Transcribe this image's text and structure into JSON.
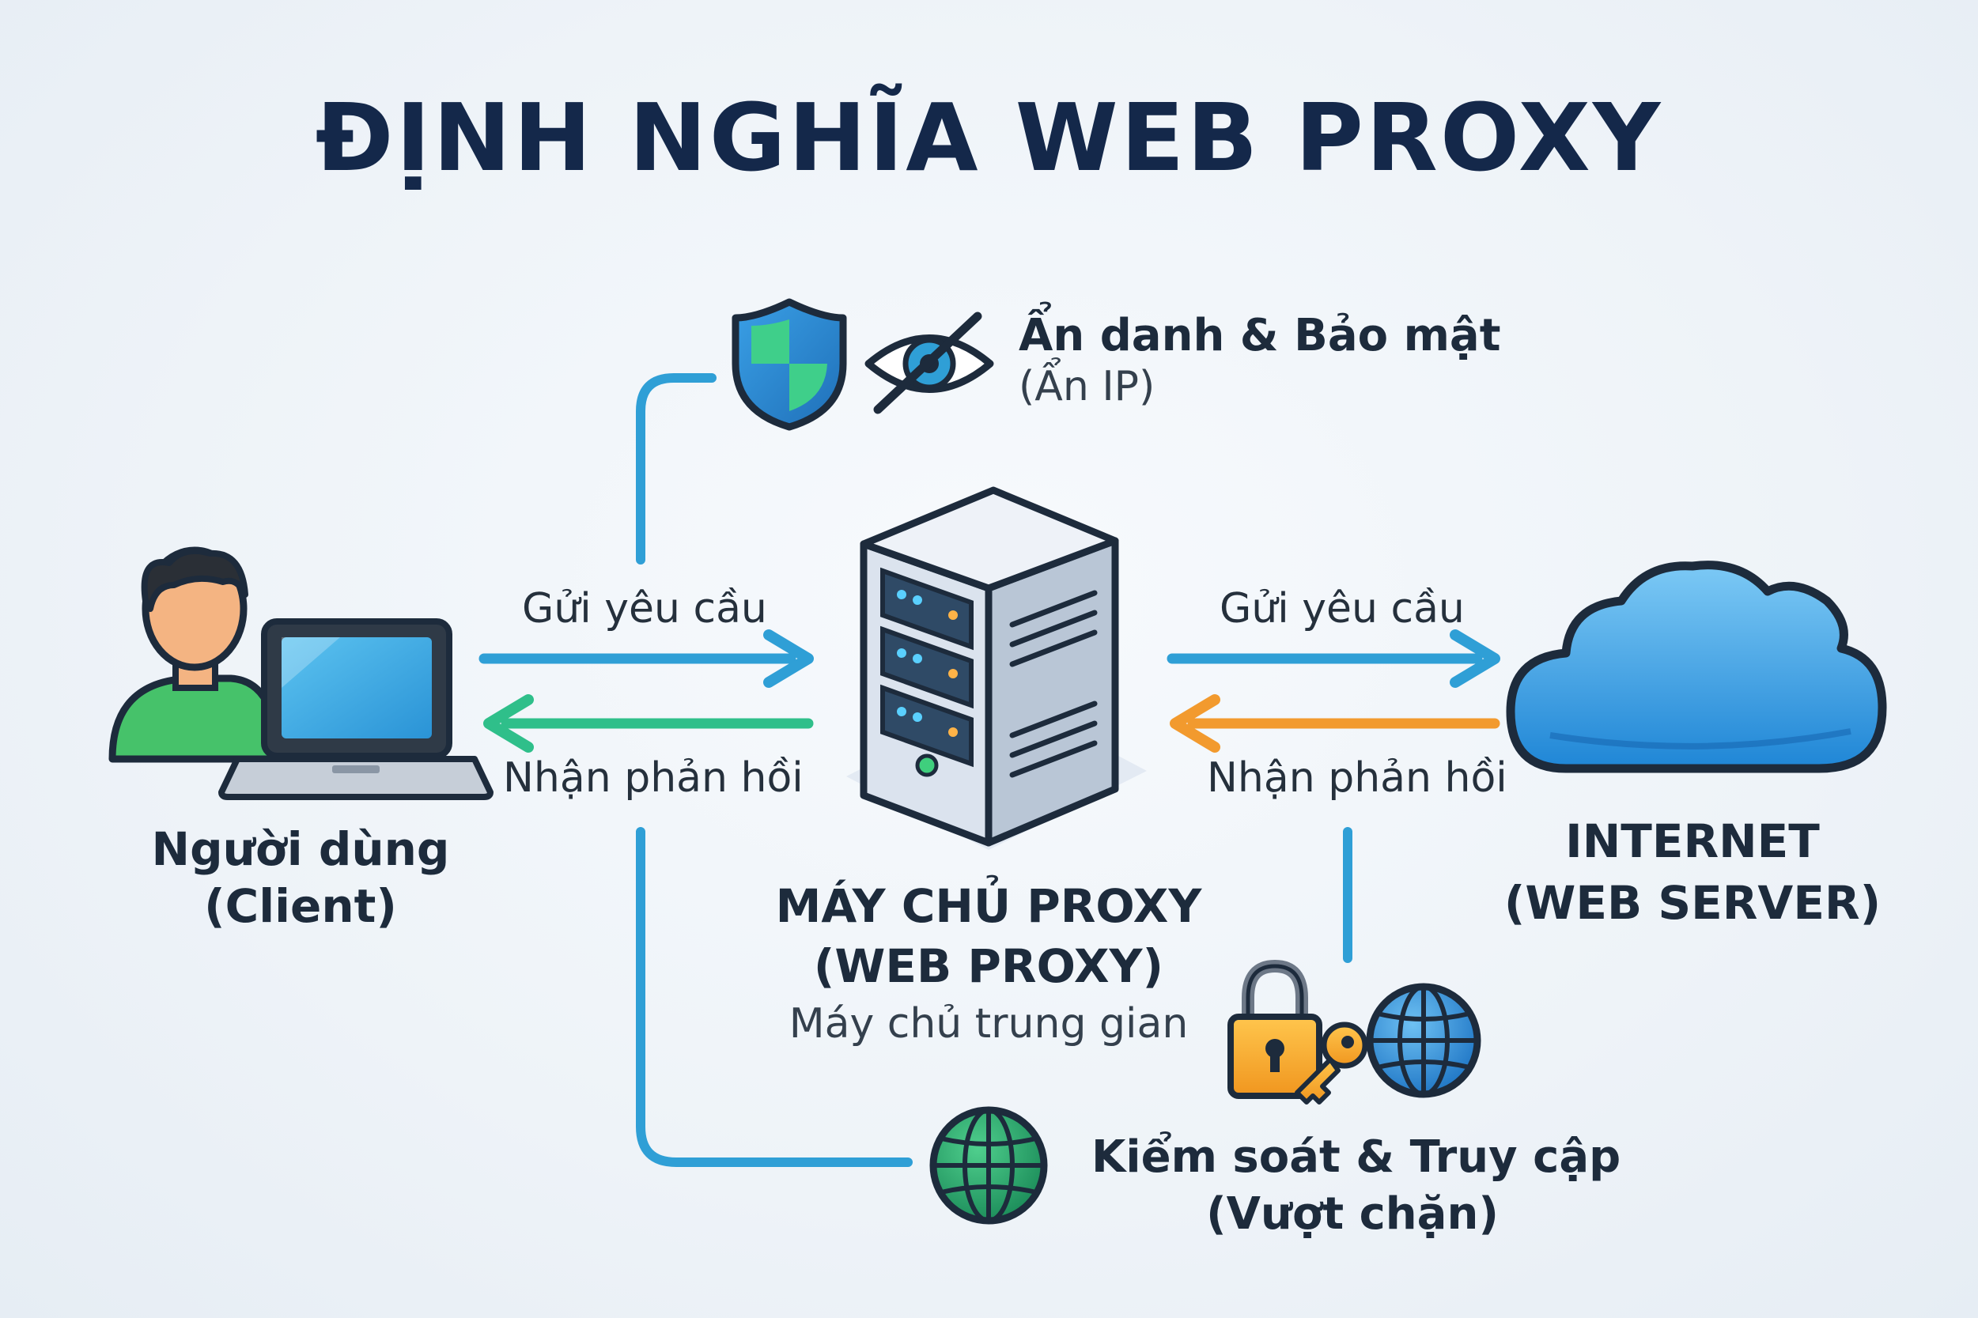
{
  "title": "ĐỊNH NGHĨA WEB PROXY",
  "client": {
    "line1": "Người dùng",
    "line2": "(Client)"
  },
  "proxy": {
    "line1": "MÁY CHỦ PROXY",
    "line2": "(WEB PROXY)",
    "subtitle": "Máy chủ trung gian"
  },
  "internet": {
    "line1": "INTERNET",
    "line2": "(WEB SERVER)"
  },
  "arrows": {
    "client_to_proxy": "Gửi yêu cầu",
    "proxy_to_client": "Nhận phản hồi",
    "proxy_to_internet": "Gửi yêu cầu",
    "internet_to_proxy": "Nhận phản hồi"
  },
  "features": {
    "anonymity": {
      "title": "Ẩn danh & Bảo mật",
      "subtitle": "(Ẩn IP)"
    },
    "access": {
      "title": "Kiểm soát & Truy cập",
      "subtitle": "(Vượt chặn)"
    }
  },
  "colors": {
    "title": "#14284a",
    "request_arrow": "#2f9fd6",
    "client_response_arrow": "#2fbf8a",
    "server_response_arrow": "#f29a2e",
    "connector": "#2f9fd6",
    "cloud": "#3aa6ea",
    "server_body": "#eef2f8"
  }
}
